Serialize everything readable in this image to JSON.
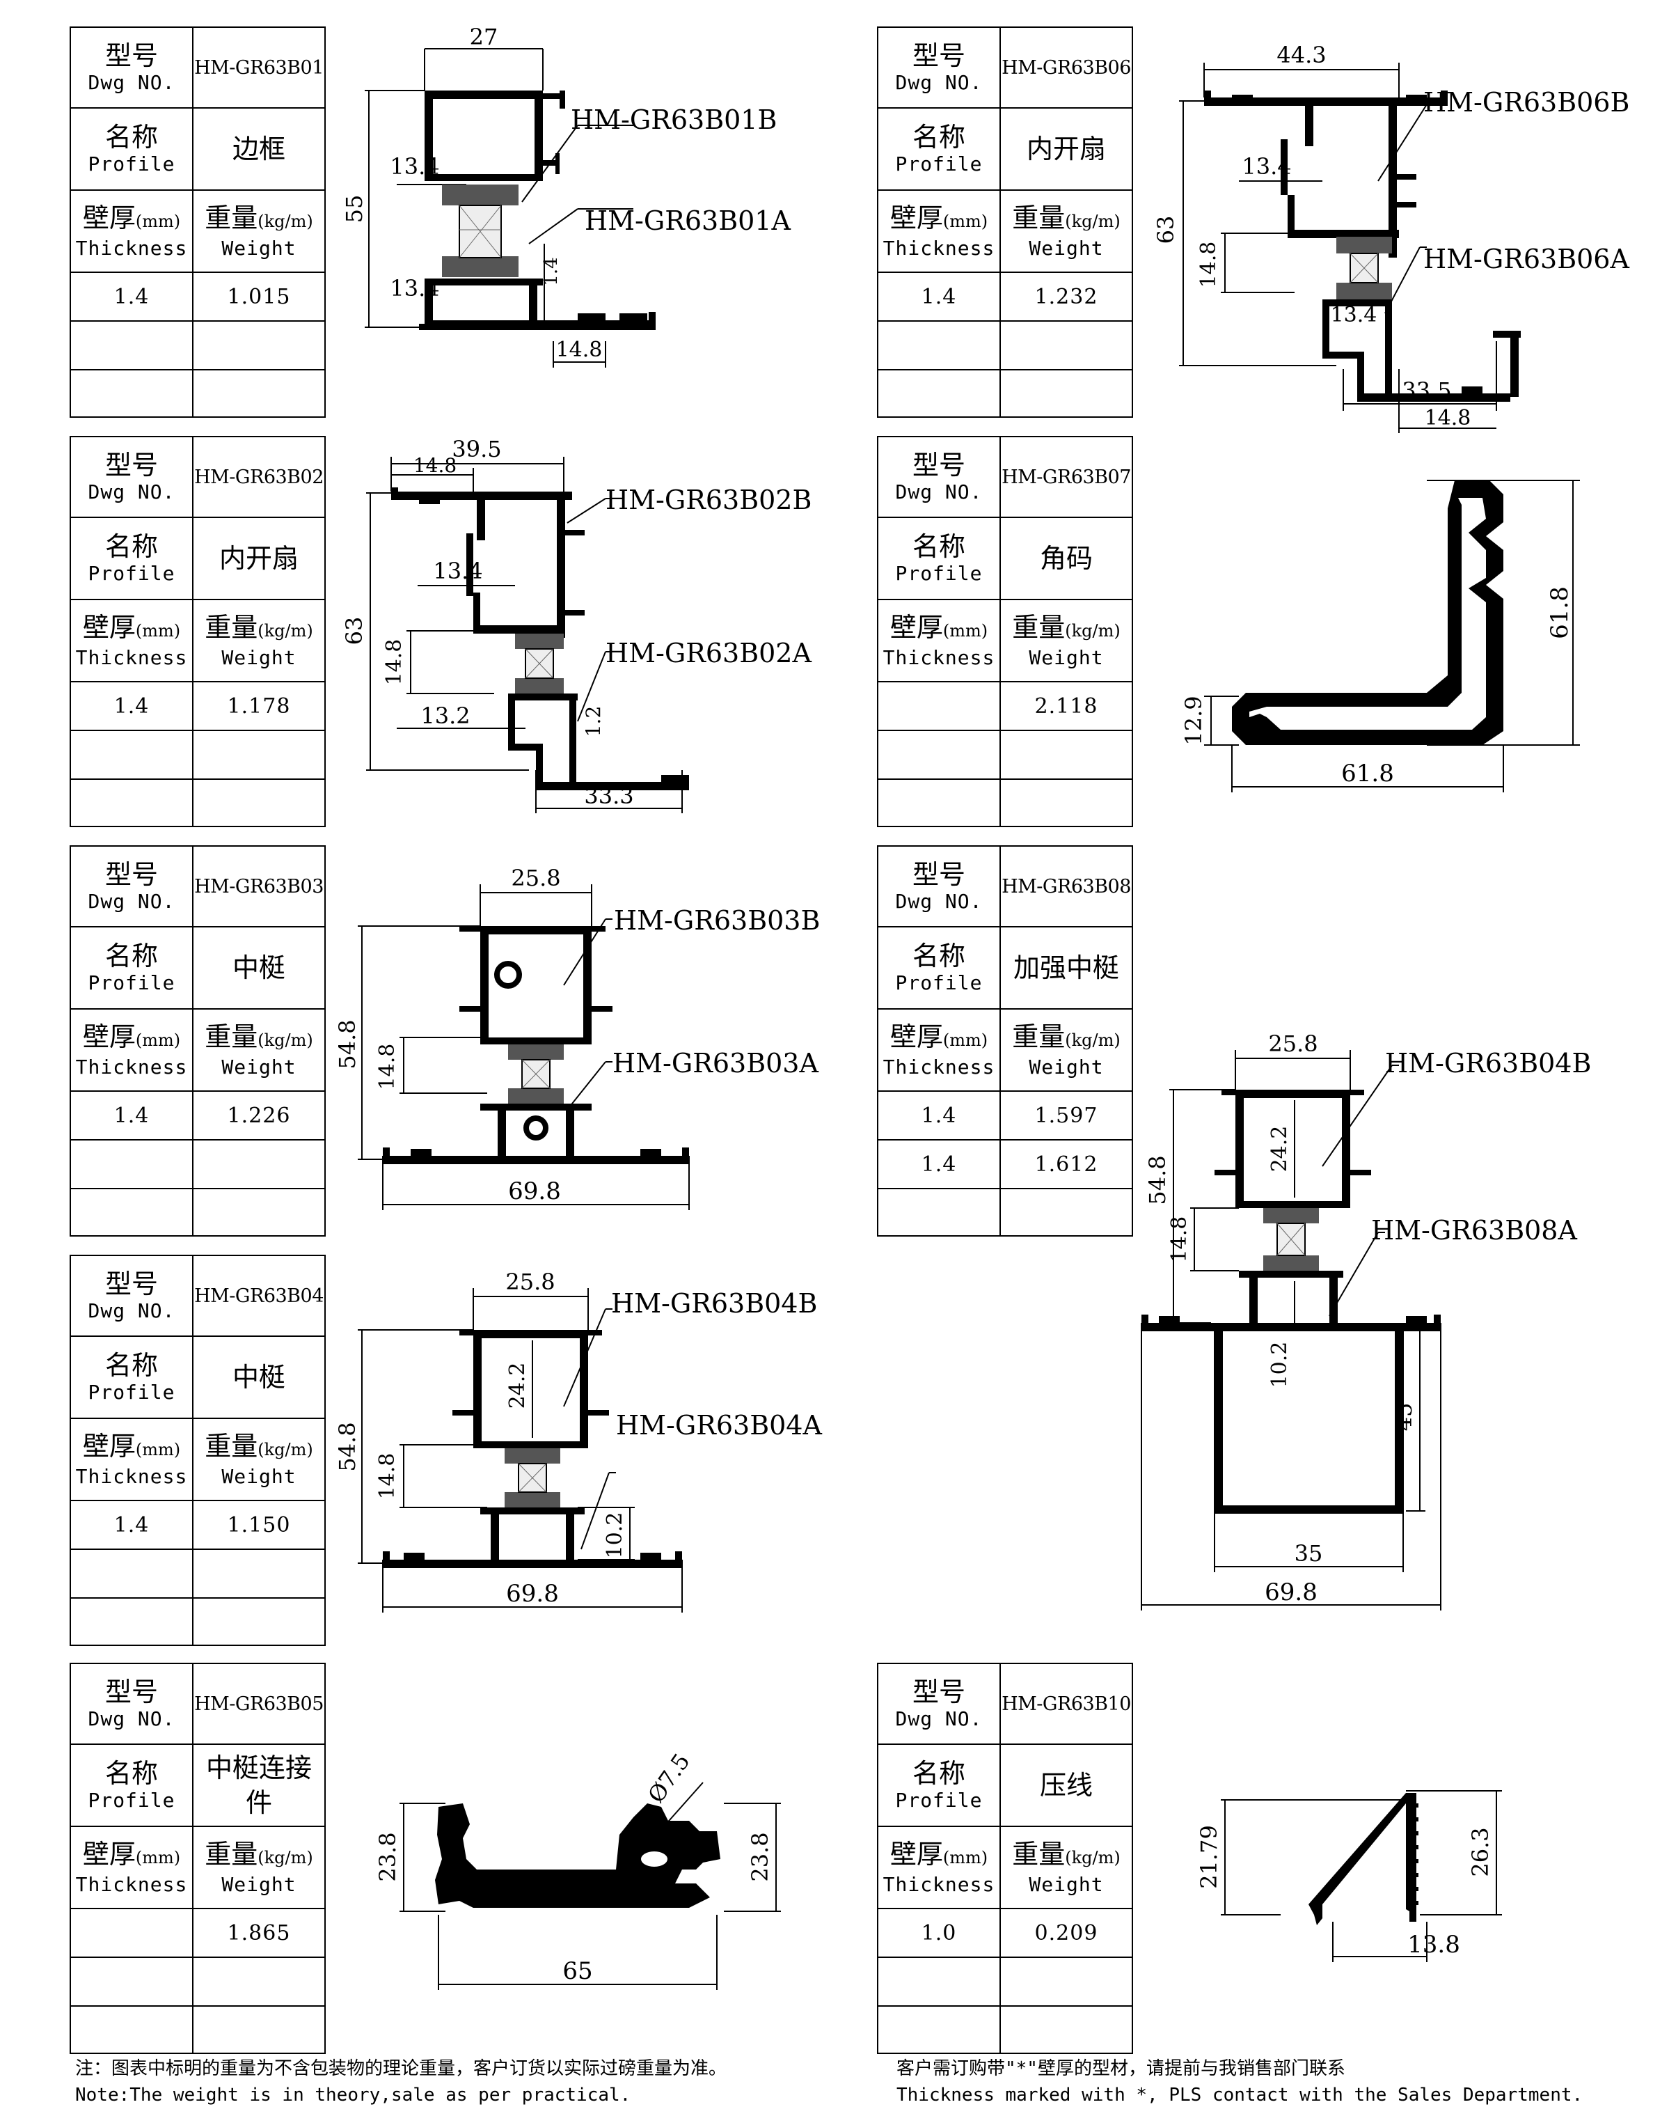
{
  "labels": {
    "dwg_cn": "型号",
    "dwg_en": "Dwg NO.",
    "profile_cn": "名称",
    "profile_en": "Profile",
    "thickness_cn": "壁厚",
    "thickness_unit": "(mm)",
    "thickness_en": "Thickness",
    "weight_cn": "重量",
    "weight_unit": "(kg/m)",
    "weight_en": "Weight"
  },
  "cards": [
    {
      "code": "HM-GR63B01",
      "name": "边框",
      "rows": [
        [
          "1.4",
          "1.015"
        ],
        [
          "",
          ""
        ],
        [
          "",
          ""
        ]
      ]
    },
    {
      "code": "HM-GR63B06",
      "name": "内开扇",
      "rows": [
        [
          "1.4",
          "1.232"
        ],
        [
          "",
          ""
        ],
        [
          "",
          ""
        ]
      ]
    },
    {
      "code": "HM-GR63B02",
      "name": "内开扇",
      "rows": [
        [
          "1.4",
          "1.178"
        ],
        [
          "",
          ""
        ],
        [
          "",
          ""
        ]
      ]
    },
    {
      "code": "HM-GR63B07",
      "name": "角码",
      "rows": [
        [
          "",
          "2.118"
        ],
        [
          "",
          ""
        ],
        [
          "",
          ""
        ]
      ]
    },
    {
      "code": "HM-GR63B03",
      "name": "中梃",
      "rows": [
        [
          "1.4",
          "1.226"
        ],
        [
          "",
          ""
        ],
        [
          "",
          ""
        ]
      ]
    },
    {
      "code": "HM-GR63B08",
      "name": "加强中梃",
      "rows": [
        [
          "1.4",
          "1.597"
        ],
        [
          "1.4",
          "1.612"
        ],
        [
          "",
          ""
        ]
      ]
    },
    {
      "code": "HM-GR63B04",
      "name": "中梃",
      "rows": [
        [
          "1.4",
          "1.150"
        ],
        [
          "",
          ""
        ],
        [
          "",
          ""
        ]
      ]
    },
    {
      "code": "HM-GR63B05",
      "name": "中梃连接件",
      "rows": [
        [
          "",
          "1.865"
        ],
        [
          "",
          ""
        ],
        [
          "",
          ""
        ]
      ]
    },
    {
      "code": "HM-GR63B10",
      "name": "压线",
      "rows": [
        [
          "1.0",
          "0.209"
        ],
        [
          "",
          ""
        ],
        [
          "",
          ""
        ]
      ]
    }
  ],
  "drawings": {
    "b01": {
      "part_b": "HM-GR63B01B",
      "part_a": "HM-GR63B01A",
      "dims": [
        "27",
        "13.4",
        "55",
        "1.4",
        "13.4",
        "14.8"
      ]
    },
    "b06": {
      "part_b": "HM-GR63B06B",
      "part_a": "HM-GR63B06A",
      "dims": [
        "44.3",
        "13.4",
        "63",
        "14.8",
        "13.4",
        "33.5",
        "14.8"
      ]
    },
    "b02": {
      "part_b": "HM-GR63B02B",
      "part_a": "HM-GR63B02A",
      "dims": [
        "39.5",
        "14.8",
        "13.4",
        "63",
        "14.8",
        "13.2",
        "1.2",
        "33.3"
      ]
    },
    "b07": {
      "dims": [
        "61.8",
        "12.9",
        "61.8"
      ]
    },
    "b03": {
      "part_b": "HM-GR63B03B",
      "part_a": "HM-GR63B03A",
      "dims": [
        "25.8",
        "54.8",
        "14.8",
        "69.8"
      ]
    },
    "b08": {
      "part_b": "HM-GR63B04B",
      "part_a": "HM-GR63B08A",
      "dims": [
        "25.8",
        "24.2",
        "54.8",
        "14.8",
        "10.2",
        "45",
        "35",
        "69.8"
      ]
    },
    "b04": {
      "part_b": "HM-GR63B04B",
      "part_a": "HM-GR63B04A",
      "dims": [
        "25.8",
        "24.2",
        "54.8",
        "14.8",
        "10.2",
        "69.8"
      ]
    },
    "b05": {
      "dims": [
        "Ø7.5",
        "23.8",
        "23.8",
        "65"
      ]
    },
    "b10": {
      "dims": [
        "21.79",
        "26.3",
        "13.8"
      ]
    }
  },
  "footer": {
    "left_cn": "注：图表中标明的重量为不含包装物的理论重量，客户订货以实际过磅重量为准。",
    "left_en": "Note:The weight is in theory,sale as per practical.",
    "right_cn": "客户需订购带\"*\"壁厚的型材，请提前与我销售部门联系",
    "right_en": "Thickness marked with *, PLS contact with the Sales Department."
  }
}
